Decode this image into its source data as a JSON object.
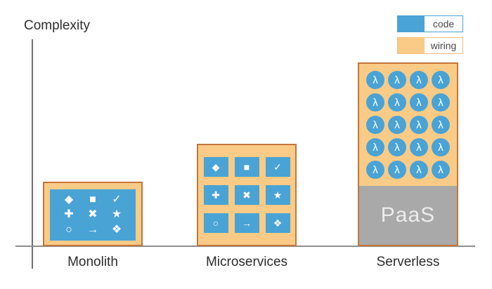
{
  "axis": {
    "y_label": "Complexity"
  },
  "legend": [
    {
      "label": "code",
      "color": "#4aa3d5"
    },
    {
      "label": "wiring",
      "color": "#f9cb87"
    }
  ],
  "shape_icons": [
    {
      "name": "diamond-icon",
      "glyph": "◆"
    },
    {
      "name": "square-icon",
      "glyph": "■"
    },
    {
      "name": "checkmark-icon",
      "glyph": "✓"
    },
    {
      "name": "plus-icon",
      "glyph": "✚"
    },
    {
      "name": "cross-icon",
      "glyph": "✖"
    },
    {
      "name": "star-icon",
      "glyph": "★"
    },
    {
      "name": "circle-icon",
      "glyph": "○"
    },
    {
      "name": "arrow-right-icon",
      "glyph": "→"
    },
    {
      "name": "diamond-cluster-icon",
      "glyph": "❖"
    }
  ],
  "bars": [
    {
      "label": "Monolith"
    },
    {
      "label": "Microservices"
    },
    {
      "label": "Serverless",
      "lambda_glyph": "λ",
      "lambda_count": 20,
      "paas_label": "PaaS"
    }
  ],
  "chart_data": {
    "type": "bar",
    "title": "",
    "xlabel": "",
    "ylabel": "Complexity",
    "categories": [
      "Monolith",
      "Microservices",
      "Serverless"
    ],
    "series": [
      {
        "name": "code",
        "color": "#4aa3d5",
        "values": [
          1,
          9,
          20
        ],
        "value_unit": "code blocks shown inside bar"
      },
      {
        "name": "wiring",
        "color": "#f9cb87",
        "values": [
          1,
          1,
          1
        ],
        "value_unit": "wiring container per bar"
      }
    ],
    "relative_bar_heights": [
      0.35,
      0.56,
      1.0
    ],
    "annotations": [
      "PaaS"
    ],
    "legend": [
      "code",
      "wiring"
    ],
    "legend_position": "top-right",
    "grid": false,
    "numeric_axis_ticks": false
  }
}
